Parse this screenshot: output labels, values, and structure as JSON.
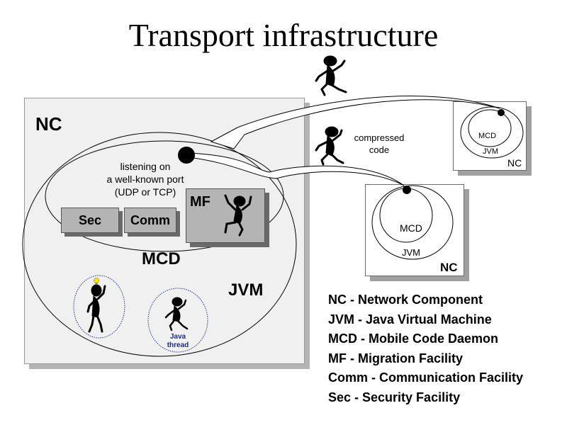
{
  "title": "Transport infrastructure",
  "main_nc": {
    "nc_label": "NC",
    "mcd_label": "MCD",
    "jvm_label": "JVM",
    "listening_text": [
      "listening on",
      "a well-known port",
      "(UDP or TCP)"
    ],
    "sec_label": "Sec",
    "comm_label": "Comm",
    "mf_label": "MF",
    "java_thread_text": [
      "Java",
      "thread"
    ]
  },
  "compressed_code_text": [
    "compressed",
    "code"
  ],
  "remote_nc_small": {
    "mcd_label": "MCD",
    "jvm_label": "JVM",
    "nc_label": "NC"
  },
  "remote_nc_medium": {
    "mcd_label": "MCD",
    "jvm_label": "JVM",
    "nc_label": "NC"
  },
  "legend": [
    "NC - Network Component",
    "JVM - Java Virtual Machine",
    "MCD - Mobile Code Daemon",
    "MF - Migration Facility",
    "Comm - Communication Facility",
    "Sec - Security Facility"
  ],
  "colors": {
    "box_shadow": "#a0a0a0",
    "facility_fill": "#b4b4b4",
    "thread_circle": "#1a2b8a",
    "bulb": "#ffe800"
  },
  "icons": [
    "running-figure-icon",
    "dancing-figure-icon",
    "thinking-figure-icon",
    "lightbulb-icon",
    "black-port-dot-icon"
  ]
}
